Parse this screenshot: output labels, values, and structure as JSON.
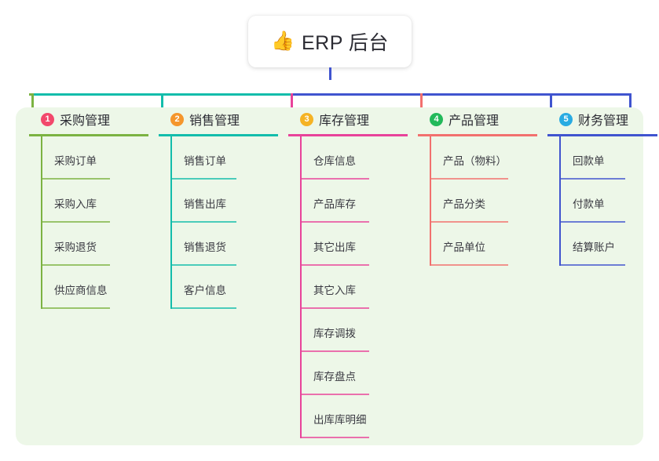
{
  "title": {
    "emoji": "👍",
    "icon_name": "thumbs-up-emoji",
    "text": "ERP 后台"
  },
  "colors": {
    "panel_background": "#edf7e8",
    "page_background": "#ffffff",
    "stem": "#4054cf",
    "text": "#2b2b33"
  },
  "branches": [
    {
      "number": "1",
      "label": "采购管理",
      "line_color": "#7cb342",
      "badge_color": "#f2486c",
      "items": [
        {
          "label": "采购订单"
        },
        {
          "label": "采购入库"
        },
        {
          "label": "采购退货"
        },
        {
          "label": "供应商信息"
        }
      ]
    },
    {
      "number": "2",
      "label": "销售管理",
      "line_color": "#13bdab",
      "badge_color": "#f5962c",
      "items": [
        {
          "label": "销售订单"
        },
        {
          "label": "销售出库"
        },
        {
          "label": "销售退货"
        },
        {
          "label": "客户信息"
        }
      ]
    },
    {
      "number": "3",
      "label": "库存管理",
      "line_color": "#e8439a",
      "badge_color": "#f5b324",
      "items": [
        {
          "label": "仓库信息"
        },
        {
          "label": "产品库存"
        },
        {
          "label": "其它出库"
        },
        {
          "label": "其它入库"
        },
        {
          "label": "库存调拨"
        },
        {
          "label": "库存盘点"
        },
        {
          "label": "出库库明细"
        }
      ]
    },
    {
      "number": "4",
      "label": "产品管理",
      "line_color": "#f2706e",
      "badge_color": "#22b95a",
      "items": [
        {
          "label": "产品（物料）"
        },
        {
          "label": "产品分类"
        },
        {
          "label": "产品单位"
        }
      ]
    },
    {
      "number": "5",
      "label": "财务管理",
      "line_color": "#4054cf",
      "badge_color": "#29abe2",
      "items": [
        {
          "label": "回款单"
        },
        {
          "label": "付款单"
        },
        {
          "label": "结算账户"
        }
      ]
    }
  ]
}
